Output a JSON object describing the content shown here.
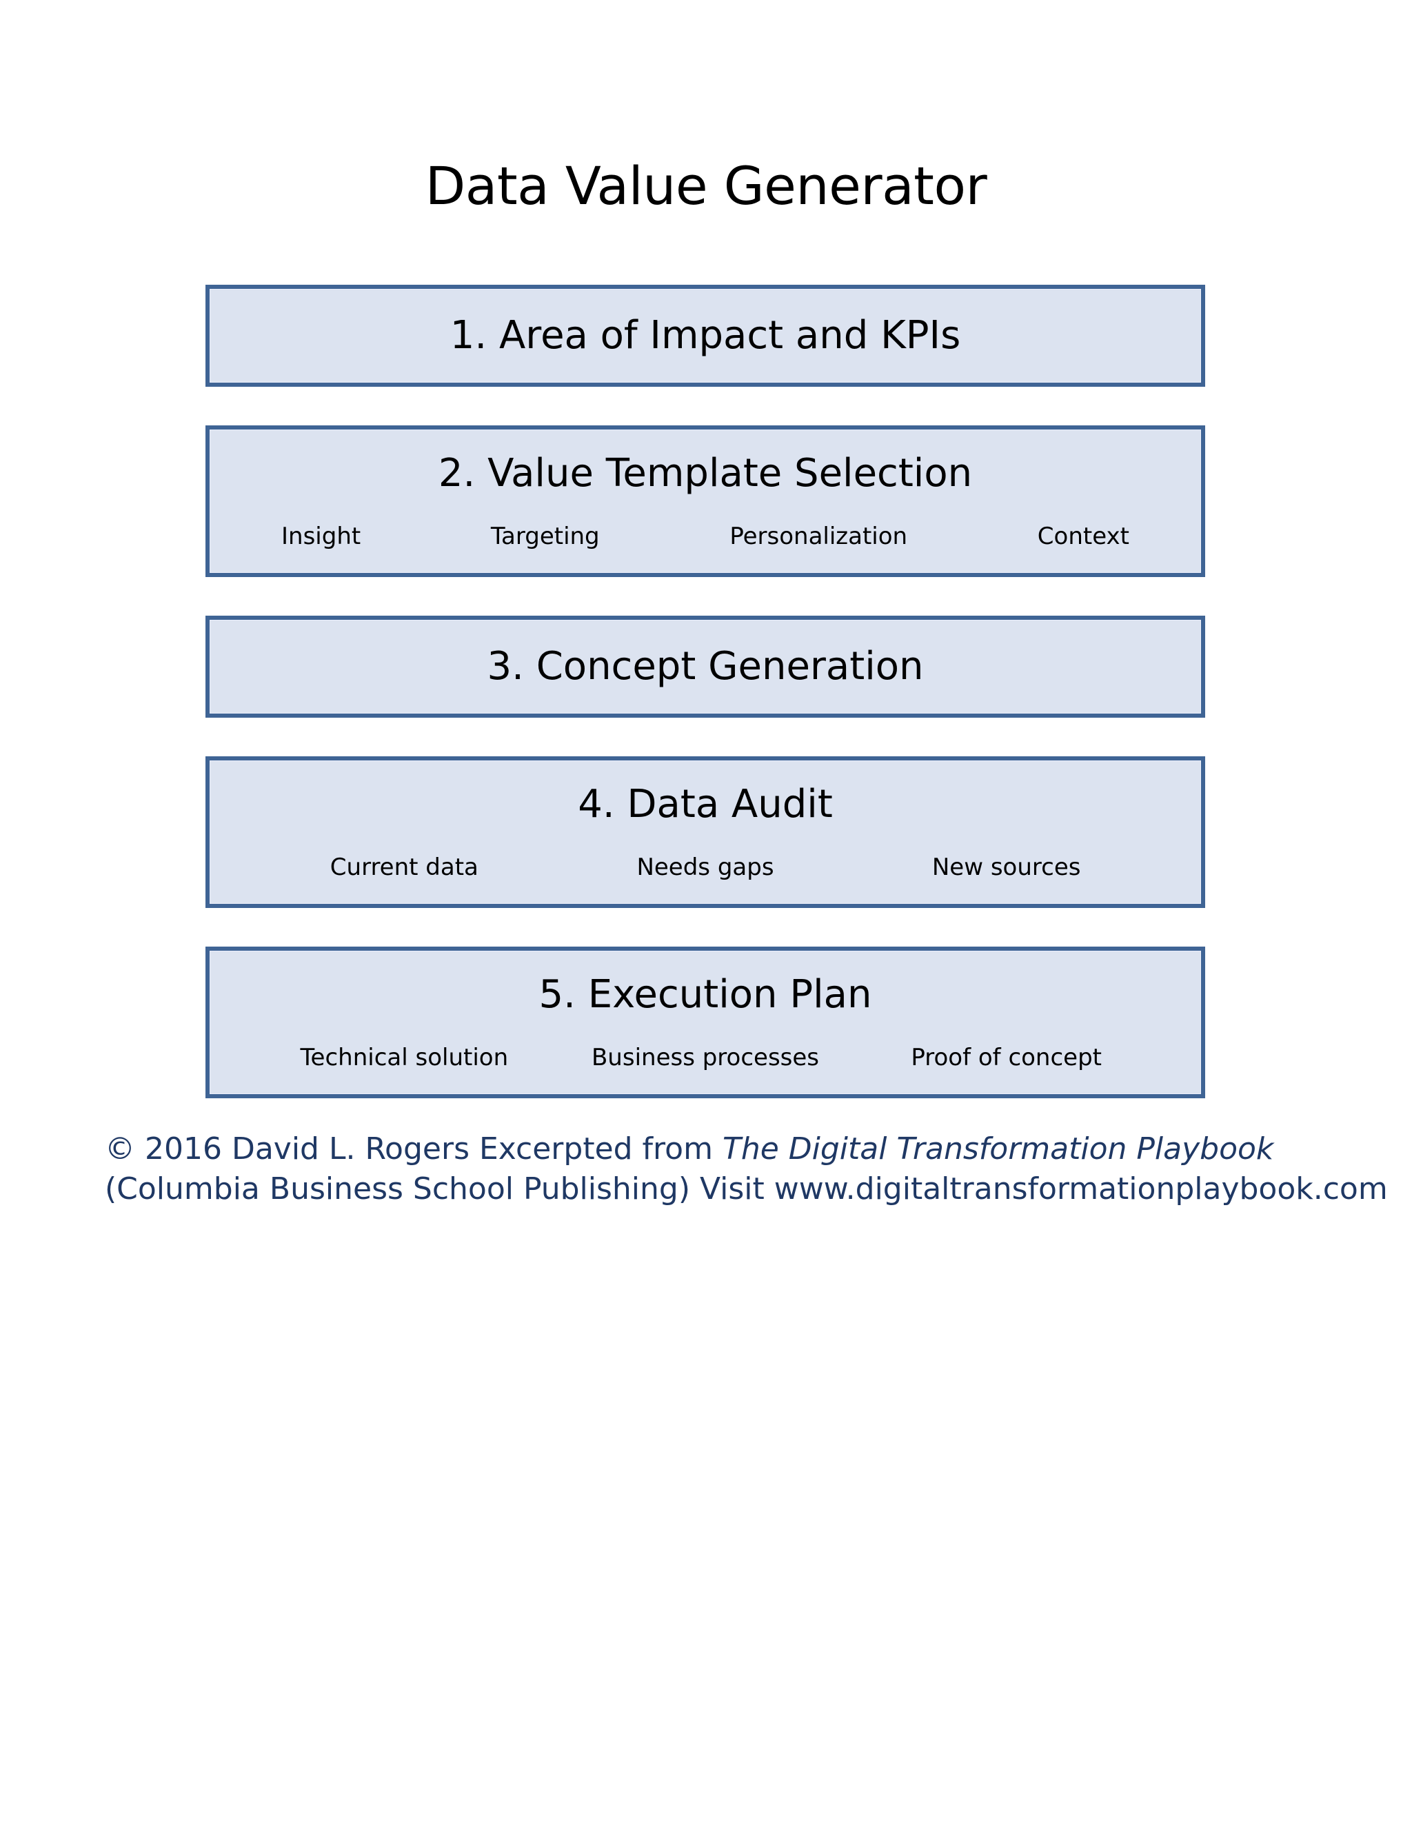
{
  "document": {
    "title": "Data Value Generator",
    "background_color": "#ffffff"
  },
  "theme": {
    "box_fill": "#dce3f0",
    "box_border": "#3f6495",
    "title_color": "#000000",
    "footer_color": "#1f3864"
  },
  "steps": [
    {
      "title": "1. Area of Impact and KPIs",
      "sub_items": []
    },
    {
      "title": "2. Value Template Selection",
      "sub_items": [
        "Insight",
        "Targeting",
        "Personalization",
        "Context"
      ]
    },
    {
      "title": "3. Concept Generation",
      "sub_items": []
    },
    {
      "title": "4. Data Audit",
      "sub_items": [
        "Current data",
        "Needs gaps",
        "New sources"
      ]
    },
    {
      "title": "5. Execution Plan",
      "sub_items": [
        "Technical solution",
        "Business processes",
        "Proof of concept"
      ]
    }
  ],
  "footer": {
    "line1_prefix": "© 2016 David L. Rogers  Excerpted from ",
    "line1_italic": "The Digital Transformation Playbook",
    "line2": "(Columbia Business School Publishing) Visit www.digitaltransformationplaybook.com"
  }
}
